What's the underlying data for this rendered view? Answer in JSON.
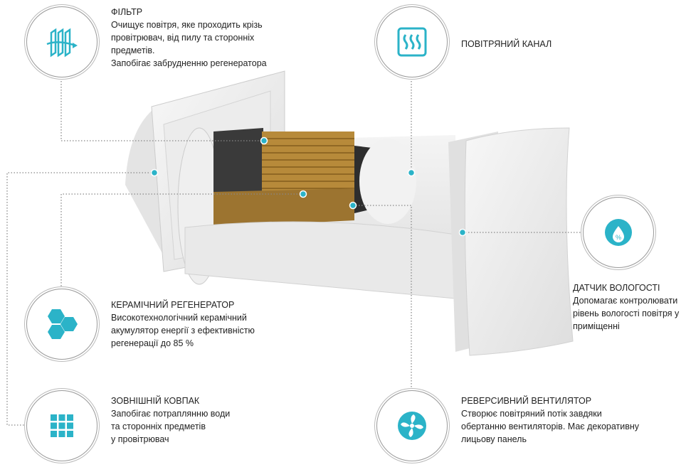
{
  "accent": "#2bb3c8",
  "features": {
    "filter": {
      "title": "ФІЛЬТР",
      "lines": [
        "Очищує повітря, яке проходить крізь",
        "провітрювач, від пилу та сторонніх",
        "предметів.",
        "Запобігає забрудненню регенератора"
      ],
      "icon": "filter-icon"
    },
    "air_channel": {
      "title": "ПОВІТРЯНИЙ КАНАЛ",
      "icon": "heat-waves-icon"
    },
    "regenerator": {
      "title": "КЕРАМІЧНИЙ РЕГЕНЕРАТОР",
      "lines": [
        "Високотехнологічний керамічний",
        "акумулятор енергії з ефективністю",
        "регенерації до 85 %"
      ],
      "icon": "honeycomb-icon"
    },
    "outer_hood": {
      "title": "ЗОВНІШНІЙ КОВПАК",
      "lines": [
        "Запобігає потраплянню води",
        "та сторонніх предметів",
        "у провітрювач"
      ],
      "icon": "grid-icon"
    },
    "humidity_sensor": {
      "title": "ДАТЧИК ВОЛОГОСТІ",
      "lines": [
        "Допомагає контролювати",
        "рівень вологості повітря у",
        "приміщенні"
      ],
      "icon": "humidity-drop-icon"
    },
    "reversible_fan": {
      "title": "РЕВЕРСИВНИЙ ВЕНТИЛЯТОР",
      "lines": [
        "Створює повітряний потік завдяки",
        "обертанню вентиляторів. Має декоративну",
        "лицьову панель"
      ],
      "icon": "fan-icon"
    }
  }
}
